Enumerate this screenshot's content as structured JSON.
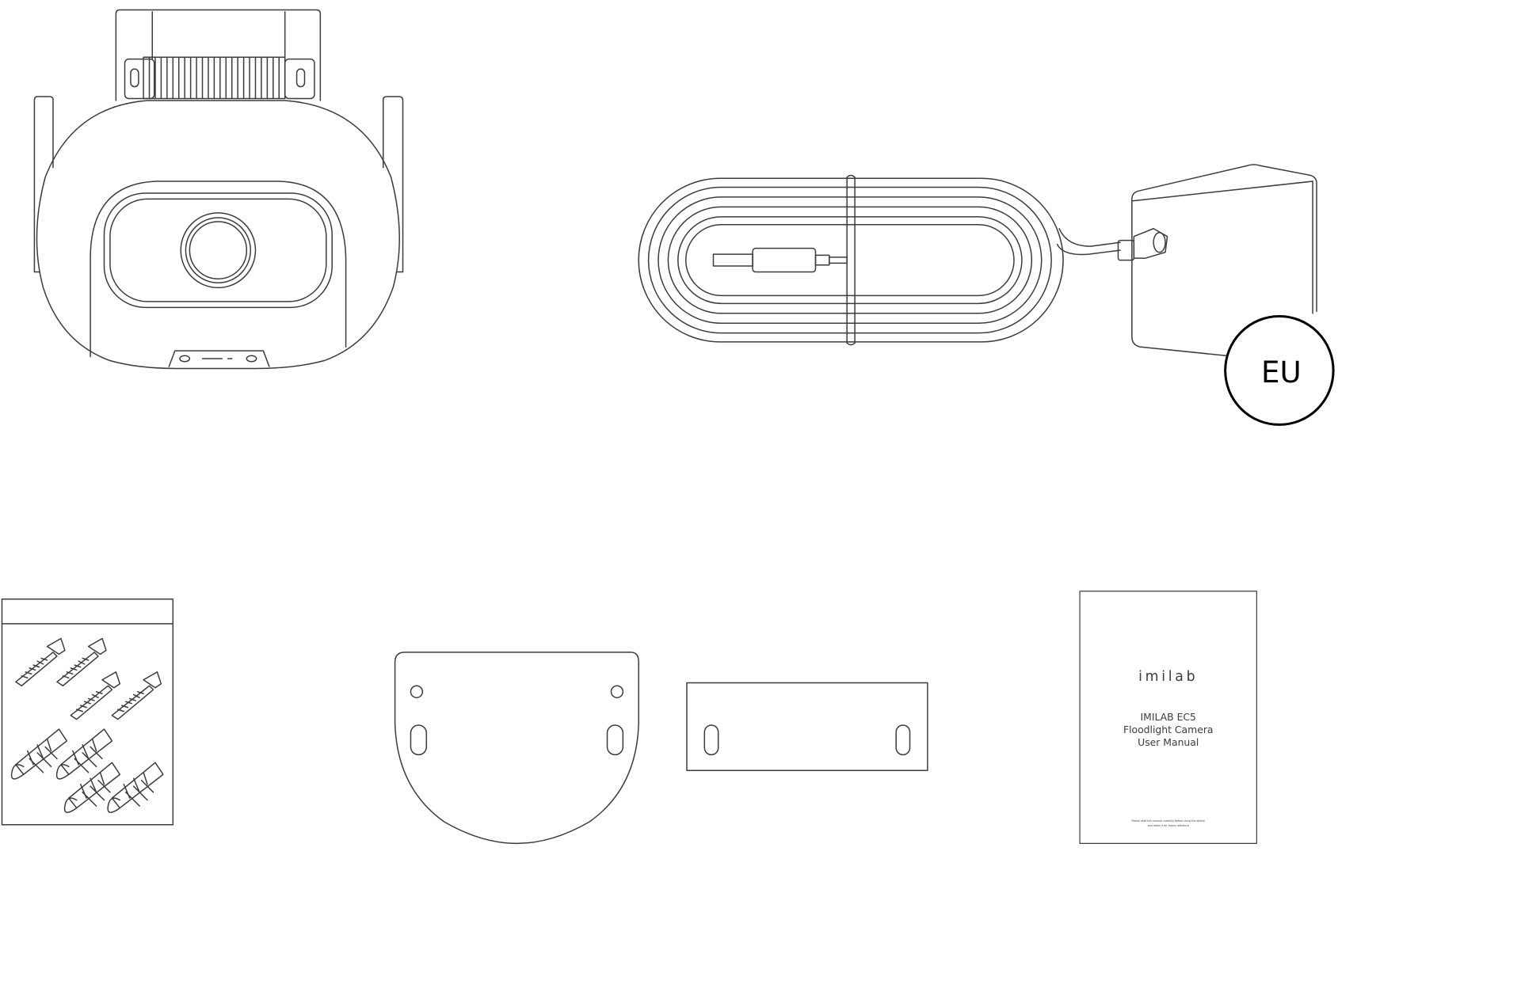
{
  "power_adapter": {
    "region_badge": "EU"
  },
  "manual": {
    "brand_logo": "imilab",
    "title_lines": [
      "IMILAB EC5",
      "Floodlight Camera",
      "User Manual"
    ],
    "fine_print": [
      "Please read this manual carefully before using the device",
      "and retain it for future reference"
    ]
  },
  "colors": {
    "line": "#3c3c3c",
    "badge_ring": "#000000",
    "background": "#ffffff"
  }
}
